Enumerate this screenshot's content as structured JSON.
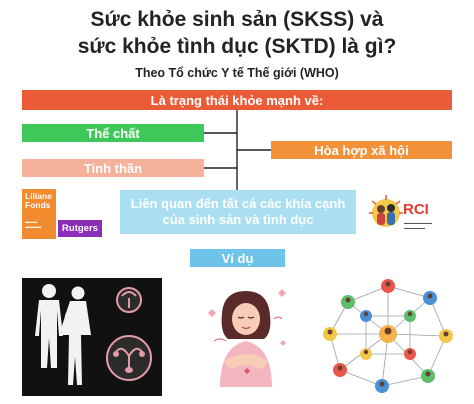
{
  "header": {
    "title_line1": "Sức khỏe sinh sản (SKSS) và",
    "title_line2": "sức khỏe tình dục (SKTD) là gì?",
    "subtitle": "Theo Tổ chức Y tế Thế giới (WHO)"
  },
  "diagram": {
    "main": "Là trạng thái khỏe mạnh về:",
    "physical": "Thể chất",
    "harmony": "Hòa hợp xã hội",
    "mental": "Tinh thần",
    "related_line1": "Liên quan đến tất cả các khía cạnh",
    "related_line2": "của sinh sản và tình dục",
    "example": "Ví dụ"
  },
  "logos": {
    "liliane_line1": "Liliane",
    "liliane_line2": "Fonds",
    "rutgers": "Rutgers",
    "rci": "RCI"
  },
  "colors": {
    "main_bar": "#ec5b38",
    "physical": "#3fc85a",
    "harmony": "#f1913a",
    "mental": "#f5b19a",
    "related": "#a9dff0",
    "example": "#6ec3e8"
  }
}
